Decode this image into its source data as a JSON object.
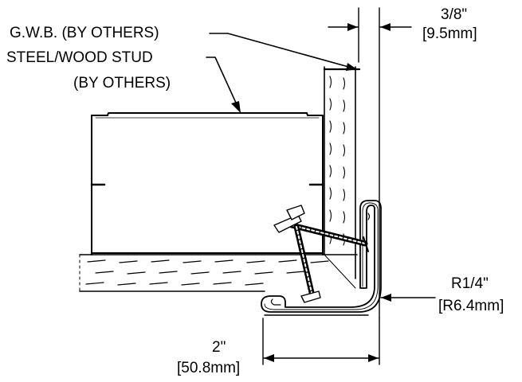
{
  "labels": {
    "gwb": "G.W.B. (BY OTHERS)",
    "stud_line1": "STEEL/WOOD STUD",
    "stud_line2": "(BY OTHERS)",
    "thickness_in": "3/8\"",
    "thickness_mm": "[9.5mm]",
    "radius_in": "R1/4\"",
    "radius_mm": "[R6.4mm]",
    "width_in": "2\"",
    "width_mm": "[50.8mm]"
  },
  "colors": {
    "line": "#000000",
    "background": "#ffffff"
  }
}
